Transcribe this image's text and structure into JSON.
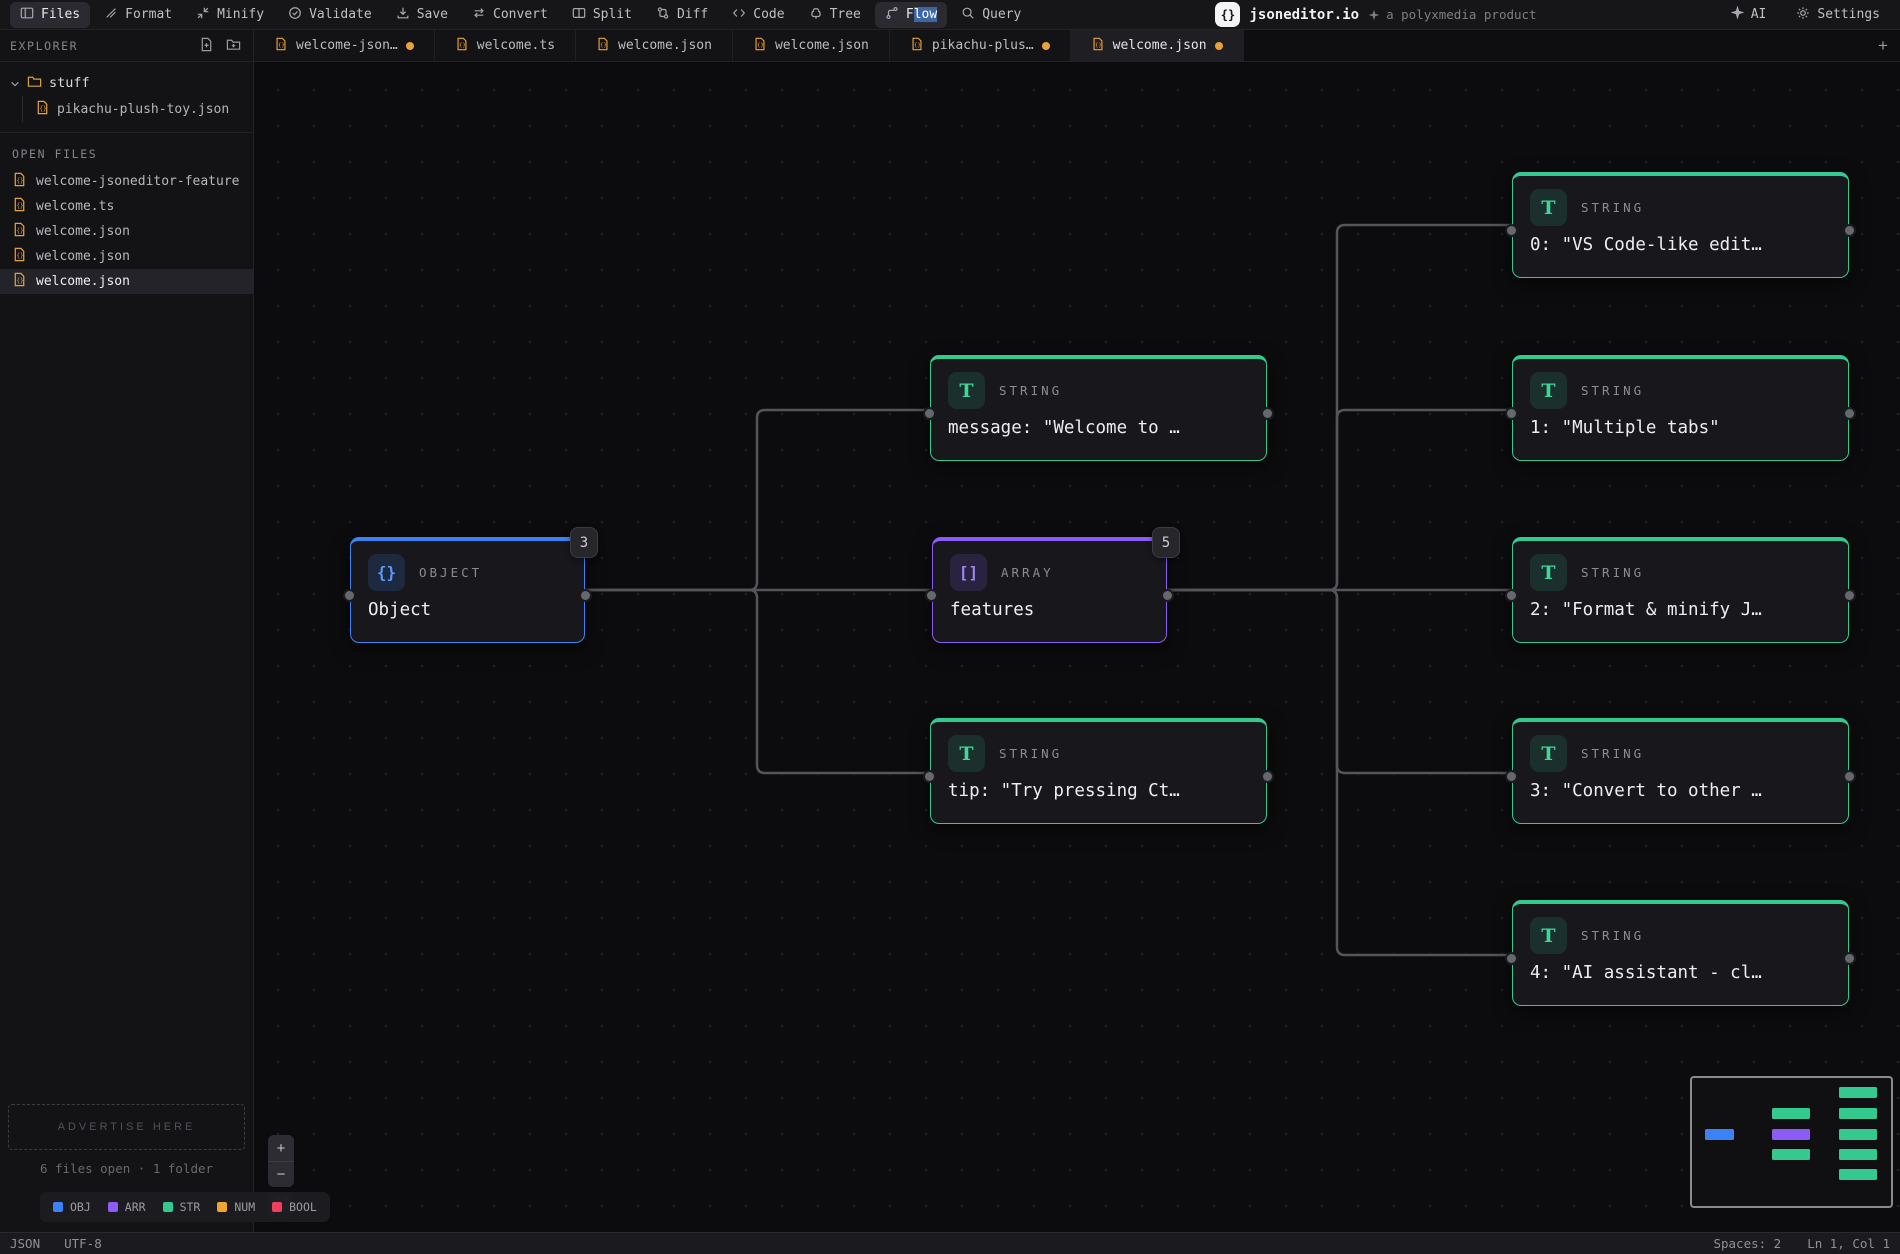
{
  "toolbar": {
    "items": [
      {
        "label": "Files",
        "active": true
      },
      {
        "label": "Format"
      },
      {
        "label": "Minify"
      },
      {
        "label": "Validate"
      },
      {
        "label": "Save"
      },
      {
        "label": "Convert"
      },
      {
        "label": "Split"
      },
      {
        "label": "Diff"
      },
      {
        "label": "Code"
      },
      {
        "label": "Tree"
      },
      {
        "label": "Flow",
        "active": true,
        "prefix": "F",
        "selected": "low"
      },
      {
        "label": "Query"
      }
    ],
    "brand": {
      "logo": "{}",
      "name": "jsoneditor.io",
      "tagline": "a polyxmedia product"
    },
    "right": [
      {
        "label": "AI"
      },
      {
        "label": "Settings"
      }
    ]
  },
  "tabs": {
    "new_tab_label": "+",
    "items": [
      {
        "label": "welcome-json…",
        "modified": true
      },
      {
        "label": "welcome.ts",
        "modified": false
      },
      {
        "label": "welcome.json",
        "modified": false
      },
      {
        "label": "welcome.json",
        "modified": false
      },
      {
        "label": "pikachu-plus…",
        "modified": true
      },
      {
        "label": "welcome.json",
        "modified": true,
        "active": true
      }
    ]
  },
  "explorer": {
    "title": "EXPLORER",
    "root_folder": "stuff",
    "children": [
      {
        "name": "pikachu-plush-toy.json"
      }
    ],
    "open_files_title": "OPEN FILES",
    "open_files": [
      {
        "name": "welcome-jsoneditor-feature"
      },
      {
        "name": "welcome.ts"
      },
      {
        "name": "welcome.json"
      },
      {
        "name": "welcome.json"
      },
      {
        "name": "welcome.json",
        "active": true
      }
    ]
  },
  "ad": {
    "label": "ADVERTISE HERE"
  },
  "sidebar_footer": {
    "summary": "6 files open · 1 folder"
  },
  "legend": {
    "items": [
      {
        "label": "OBJ",
        "color": "#3b82f6"
      },
      {
        "label": "ARR",
        "color": "#8b5cf6"
      },
      {
        "label": "STR",
        "color": "#34c98e"
      },
      {
        "label": "NUM",
        "color": "#f0a431"
      },
      {
        "label": "BOOL",
        "color": "#f23f5d"
      }
    ]
  },
  "statusbar": {
    "language": "JSON",
    "encoding": "UTF-8",
    "spaces": "Spaces: 2",
    "cursor": "Ln 1, Col 1"
  },
  "canvas_controls": {
    "zoom_in": "+",
    "zoom_out": "−"
  },
  "colors": {
    "obj": "#3b82f6",
    "arr": "#8b5cf6",
    "str": "#34c98e"
  },
  "nodes": [
    {
      "kind": "object",
      "glyph": "{}",
      "type_label": "OBJECT",
      "title": "Object",
      "badge": "3"
    },
    {
      "kind": "array",
      "glyph": "[]",
      "type_label": "ARRAY",
      "title": "features",
      "badge": "5"
    },
    {
      "kind": "string",
      "glyph": "T",
      "type_label": "STRING",
      "title": "message: \"Welcome to …"
    },
    {
      "kind": "string",
      "glyph": "T",
      "type_label": "STRING",
      "title": "tip: \"Try pressing Ct…"
    },
    {
      "kind": "string",
      "glyph": "T",
      "type_label": "STRING",
      "title": "0: \"VS Code-like edit…"
    },
    {
      "kind": "string",
      "glyph": "T",
      "type_label": "STRING",
      "title": "1: \"Multiple tabs\""
    },
    {
      "kind": "string",
      "glyph": "T",
      "type_label": "STRING",
      "title": "2: \"Format & minify J…"
    },
    {
      "kind": "string",
      "glyph": "T",
      "type_label": "STRING",
      "title": "3: \"Convert to other …"
    },
    {
      "kind": "string",
      "glyph": "T",
      "type_label": "STRING",
      "title": "4: \"AI assistant - cl…"
    }
  ]
}
